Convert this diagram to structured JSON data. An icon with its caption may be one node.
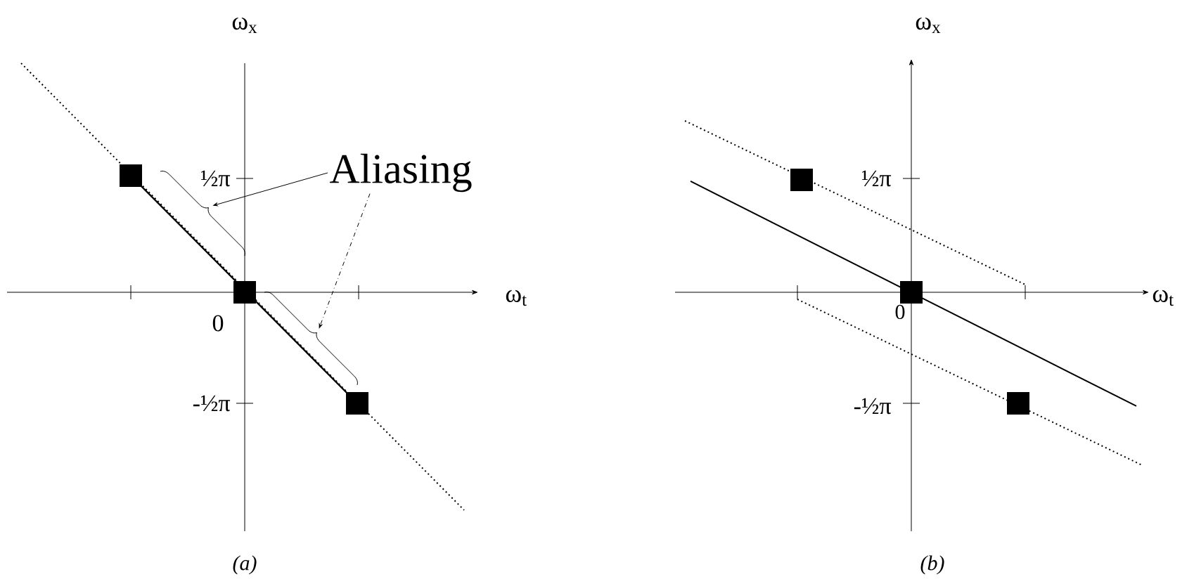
{
  "diagram": {
    "nodes": [
      {
        "text": [
          "Aliasing"
        ]
      },
      {
        "text": [],
        "shape": "brace"
      },
      {
        "text": [],
        "shape": "brace"
      }
    ],
    "edges": [
      {
        "from": 0,
        "to": 1,
        "arrow": "to"
      },
      {
        "from": 0,
        "to": 2,
        "arrow": "to",
        "style": "dashed"
      }
    ],
    "labels": [
      "ω$_{x}$",
      "½π",
      "ω$_{t}$",
      "0",
      "-½π",
      "(a)",
      "ω$_{x}$",
      "½π",
      "ω$_{t}$",
      "0",
      "-½π",
      "(b)"
    ]
  }
}
